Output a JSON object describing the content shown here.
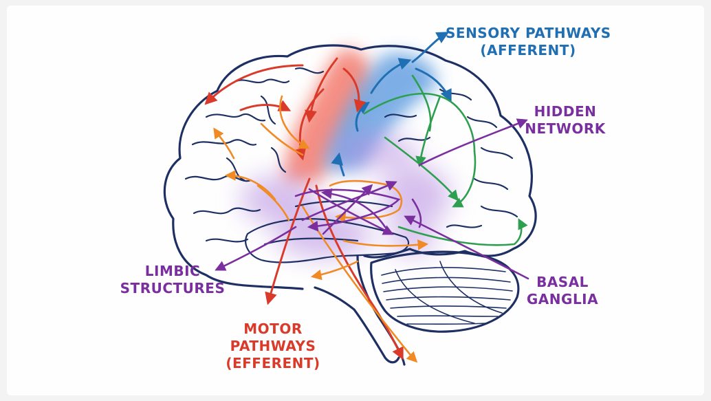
{
  "labels": {
    "sensory": {
      "line1": "SENSORY PATHWAYS",
      "line2": "(AFFERENT)"
    },
    "hidden": {
      "line1": "HIDDEN",
      "line2": "NETWORK"
    },
    "basal": {
      "line1": "BASAL",
      "line2": "GANGLIA"
    },
    "limbic": {
      "line1": "LIMBIC",
      "line2": "STRUCTURES"
    },
    "motor": {
      "line1": "MOTOR",
      "line2": "PATHWAYS",
      "line3": "(EFFERENT)"
    }
  },
  "colors": {
    "outline": "#1d2f63",
    "sensory": "#1f6fb2",
    "motor": "#d93a2a",
    "orange_pathways": "#f08a24",
    "hidden_network": "#7a2f9e",
    "green_pathways": "#2e9e4f",
    "purple_glow": "#b58be0",
    "red_region": "#f26b5b",
    "blue_region": "#5d9be0"
  }
}
